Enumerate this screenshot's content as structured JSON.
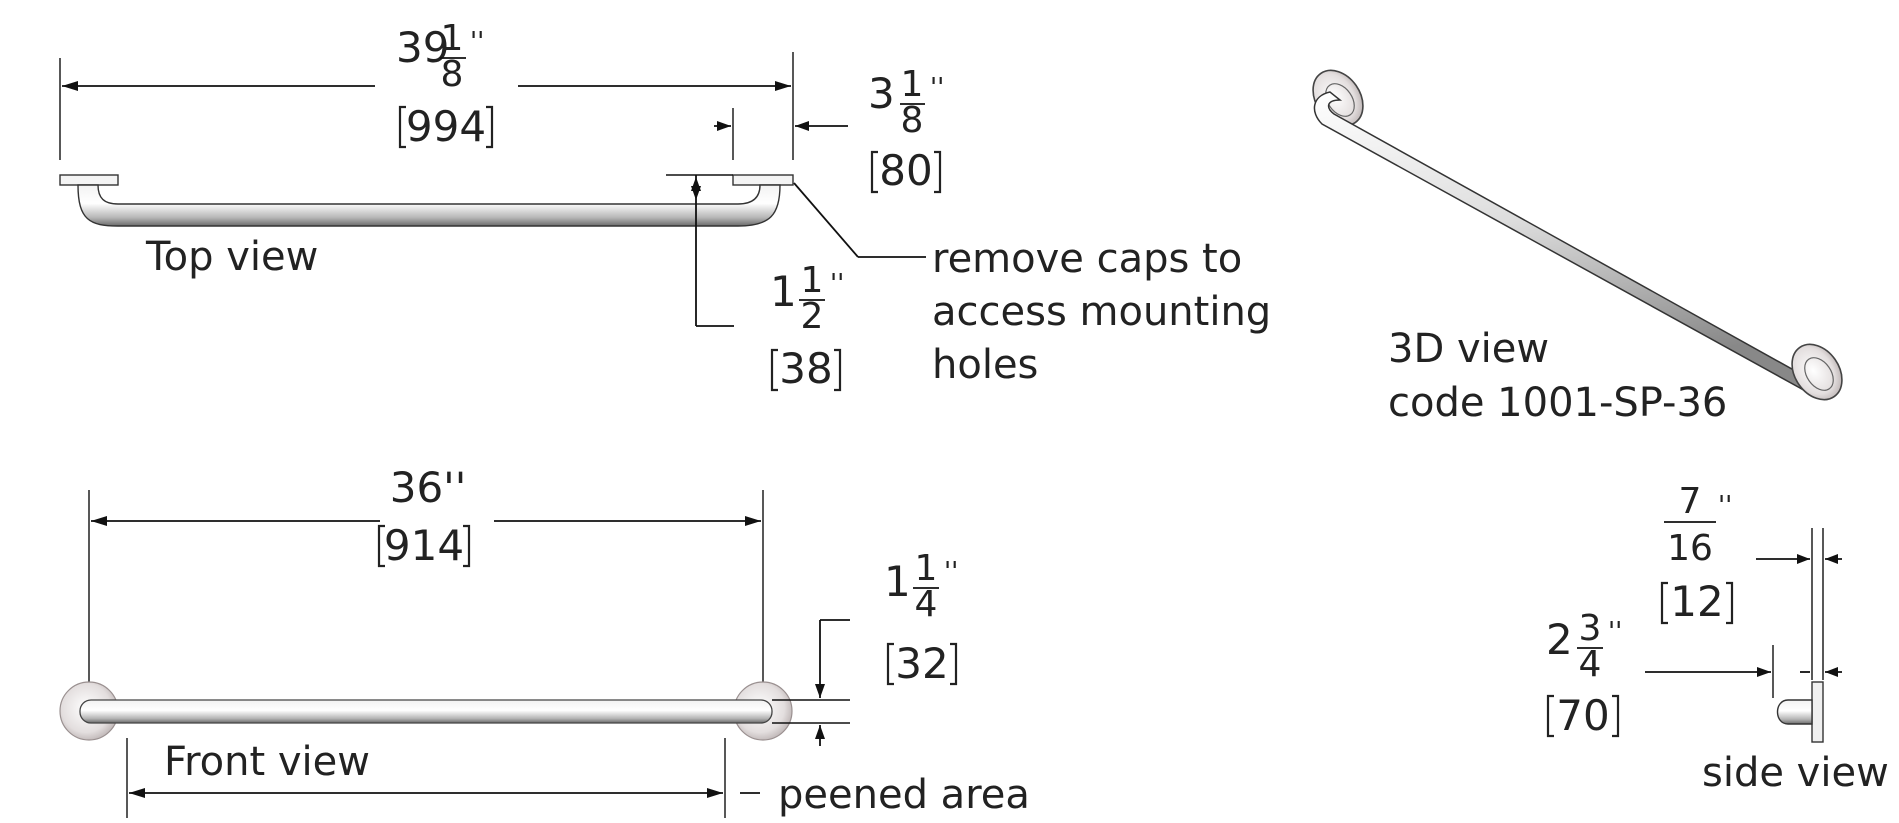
{
  "top_view": {
    "label": "Top view",
    "overall_width": {
      "whole": "39",
      "num": "1",
      "den": "8",
      "unit": "''",
      "metric": "994"
    },
    "projection": {
      "whole": "3",
      "num": "1",
      "den": "8",
      "unit": "''",
      "metric": "80"
    },
    "clearance": {
      "whole": "1",
      "num": "1",
      "den": "2",
      "unit": "''",
      "metric": "38"
    },
    "note": [
      "remove caps to",
      "access mounting",
      "holes"
    ]
  },
  "front_view": {
    "label": "Front view",
    "length": {
      "text": "36''",
      "metric": "914"
    },
    "diameter": {
      "whole": "1",
      "num": "1",
      "den": "4",
      "unit": "''",
      "metric": "32"
    },
    "peened_label": "peened area"
  },
  "three_d_view": {
    "label": "3D view",
    "code": "code 1001-SP-36"
  },
  "side_view": {
    "label": "side view",
    "flange": {
      "num": "7",
      "den": "16",
      "unit": "''",
      "metric": "12"
    },
    "depth": {
      "whole": "2",
      "num": "3",
      "den": "4",
      "unit": "''",
      "metric": "70"
    }
  }
}
